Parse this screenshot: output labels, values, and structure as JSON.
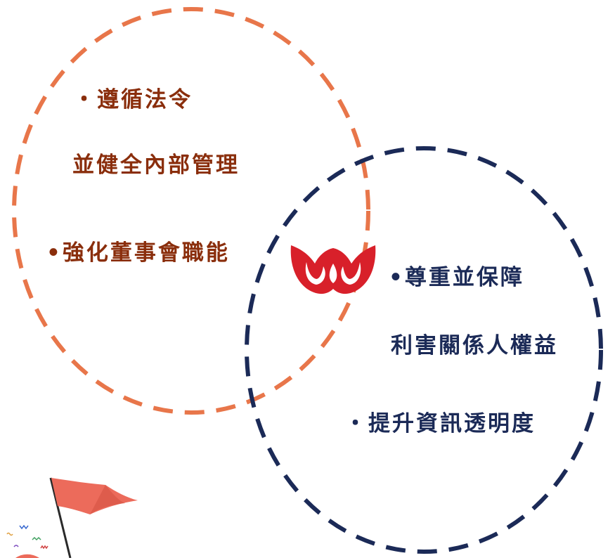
{
  "colors": {
    "left_circle": "#e8764a",
    "right_circle": "#1b2a57",
    "left_text": "#8a2e0c",
    "right_text": "#1b2a57",
    "logo": "#d8202a",
    "flag": "#ec6b5b"
  },
  "left_group": {
    "item1": "・遵循法令",
    "item1_cont": "並健全內部管理",
    "item2": "•強化董事會職能"
  },
  "right_group": {
    "item1": "•尊重並保障",
    "item1_cont": "利害關係人權益",
    "item2": "・提升資訊透明度"
  },
  "icons": {
    "center_logo": "red-tulip-logo-icon",
    "corner_decoration": "red-flag-icon"
  }
}
